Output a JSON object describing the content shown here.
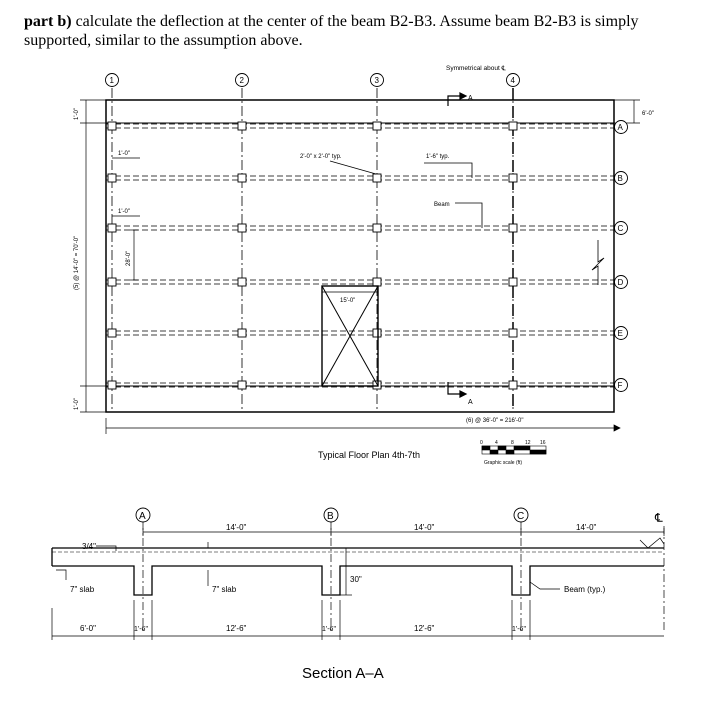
{
  "question": {
    "part": "part b)",
    "text": "calculate the deflection at the center of the beam B2-B3. Assume beam B2-B3 is simply supported, similar to the assumption above."
  },
  "plan": {
    "symmetry_label": "Symmetrical about ℄",
    "grid_numbers": [
      "1",
      "2",
      "3",
      "4"
    ],
    "grid_letters": [
      "A",
      "B",
      "C",
      "D",
      "E",
      "F"
    ],
    "col_size_label": "2'-0\" x 2'-0\" typ.",
    "typ_label": "1'-6\" typ.",
    "beam_label": "Beam",
    "dim_1ft_a": "1'-0\"",
    "dim_1ft_b": "1'-0\"",
    "dim_28ft": "28'-0\"",
    "dim_15ft": "15'-0\"",
    "dim_6ft": "6'-0\"",
    "left_dim_top": "1'-0\"",
    "left_dim_mid": "(5) @ 14'-0\" = 70'-0\"",
    "left_dim_bot": "1'-0\"",
    "section_mark": "A",
    "bottom_dim": "(6) @ 36'-0\" = 216'-0\"",
    "scale_ticks": [
      "0",
      "4",
      "8",
      "12",
      "16"
    ],
    "scale_caption": "Graphic scale (ft)",
    "title": "Typical Floor Plan 4th-7th"
  },
  "section": {
    "grid_labels": [
      "A",
      "B",
      "C"
    ],
    "span_top": [
      "14'-0\"",
      "14'-0\"",
      "14'-0\""
    ],
    "thickness": "3/4\"",
    "slab_label_left": "7\" slab",
    "slab_label_mid": "7\" slab",
    "depth": "30\"",
    "beam_label": "Beam (typ.)",
    "bottom_dims": [
      "6'-0\"",
      "1'-6\"",
      "12'-6\"",
      "1'-6\"",
      "12'-6\"",
      "1'-6\""
    ],
    "cl_mark": "℄",
    "title": "Section A–A"
  }
}
